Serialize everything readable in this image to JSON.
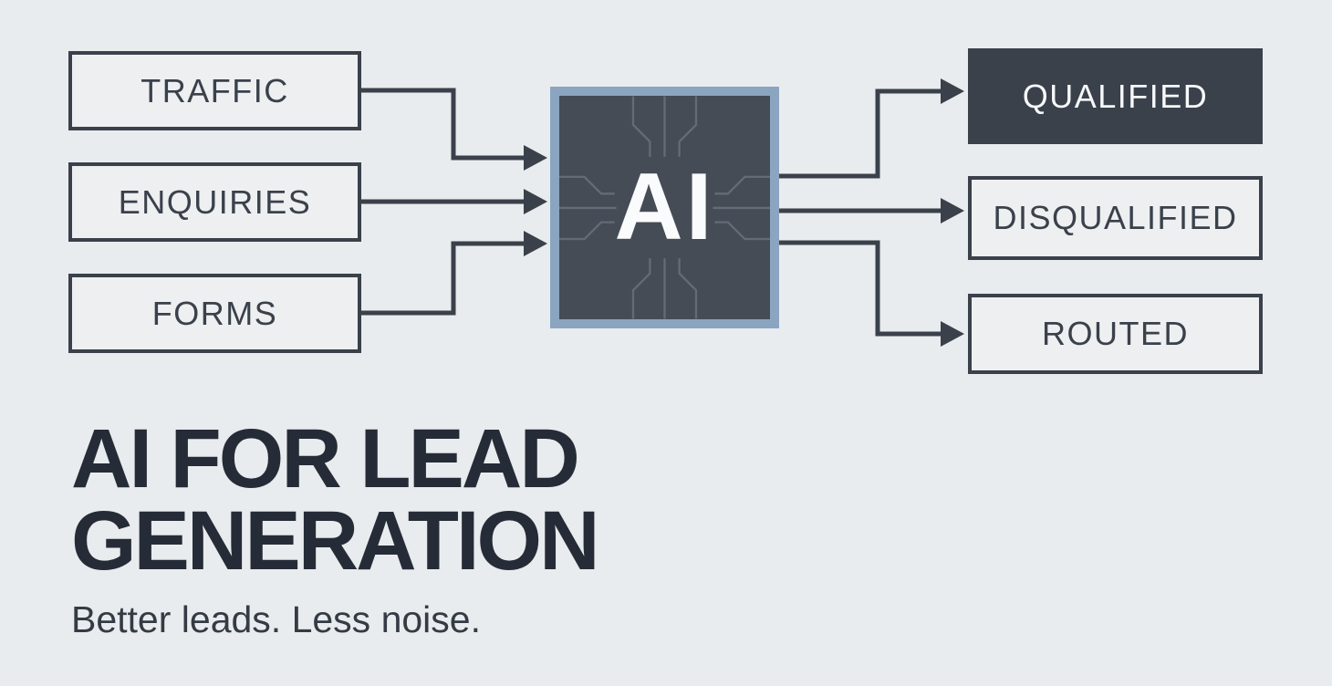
{
  "palette": {
    "background": "#e9ecee",
    "ink": "#3a414b",
    "heading": "#262c37",
    "subtitle": "#343b44",
    "chip_bg": "#454c56",
    "chip_border": "#8ba5c0",
    "chip_trace": "#626b77",
    "box_bg": "#edeff1",
    "light_text": "#f7f8fa"
  },
  "diagram": {
    "inputs": [
      {
        "label": "TRAFFIC"
      },
      {
        "label": "ENQUIRIES"
      },
      {
        "label": "FORMS"
      }
    ],
    "processor": {
      "label": "AI",
      "icon": "ai-chip-icon"
    },
    "outputs": [
      {
        "label": "QUALIFIED",
        "variant": "filled"
      },
      {
        "label": "DISQUALIFIED",
        "variant": "outline"
      },
      {
        "label": "ROUTED",
        "variant": "outline"
      }
    ]
  },
  "title": {
    "line1": "AI FOR LEAD",
    "line2": "GENERATION",
    "subtitle": "Better leads. Less noise."
  }
}
